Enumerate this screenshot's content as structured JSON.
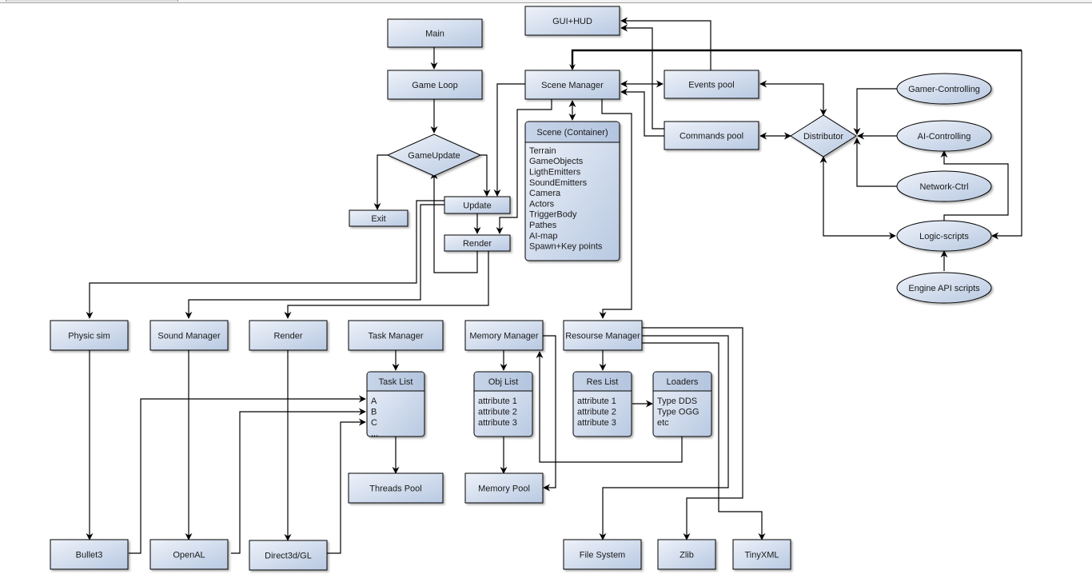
{
  "diagram": {
    "nodes": {
      "main": "Main",
      "game_loop": "Game Loop",
      "game_update": "GameUpdate",
      "exit": "Exit",
      "update": "Update",
      "render_small": "Render",
      "gui_hud": "GUI+HUD",
      "scene_manager": "Scene Manager",
      "events_pool": "Events pool",
      "commands_pool": "Commands pool",
      "distributor": "Distributor",
      "gamer_controlling": "Gamer-Controlling",
      "ai_controlling": "AI-Controlling",
      "network_ctrl": "Network-Ctrl",
      "logic_scripts": "Logic-scripts",
      "engine_api_scripts": "Engine API scripts",
      "physicsim": "Physic sim",
      "sound_manager": "Sound Manager",
      "render": "Render",
      "task_manager": "Task Manager",
      "memory_manager": "Memory Manager",
      "resource_manager": "Resourse Manager",
      "threads_pool": "Threads Pool",
      "memory_pool": "Memory Pool",
      "bullet3": "Bullet3",
      "openal": "OpenAL",
      "direct3d_gl": "Direct3d/GL",
      "file_system": "File System",
      "zlib": "Zlib",
      "tinyxml": "TinyXML"
    },
    "lists": {
      "scene_container": {
        "title": "Scene (Container)",
        "items": [
          "Terrain",
          "GameObjects",
          "LigthEmitters",
          "SoundEmitters",
          "Camera",
          "Actors",
          "TriggerBody",
          "Pathes",
          "AI-map",
          "Spawn+Key points"
        ]
      },
      "task_list": {
        "title": "Task List",
        "items": [
          "A",
          "B",
          "C",
          "..."
        ]
      },
      "obj_list": {
        "title": "Obj List",
        "items": [
          "attribute 1",
          "attribute 2",
          "attribute 3"
        ]
      },
      "res_list": {
        "title": "Res List",
        "items": [
          "attribute 1",
          "attribute 2",
          "attribute 3"
        ]
      },
      "loaders": {
        "title": "Loaders",
        "items": [
          "Type DDS",
          "Type OGG",
          "etc"
        ]
      }
    },
    "colors": {
      "box_light": "#eef2f9",
      "box_dark": "#b8c9e2",
      "header": "#bccbe3",
      "stroke": "#000000"
    }
  }
}
